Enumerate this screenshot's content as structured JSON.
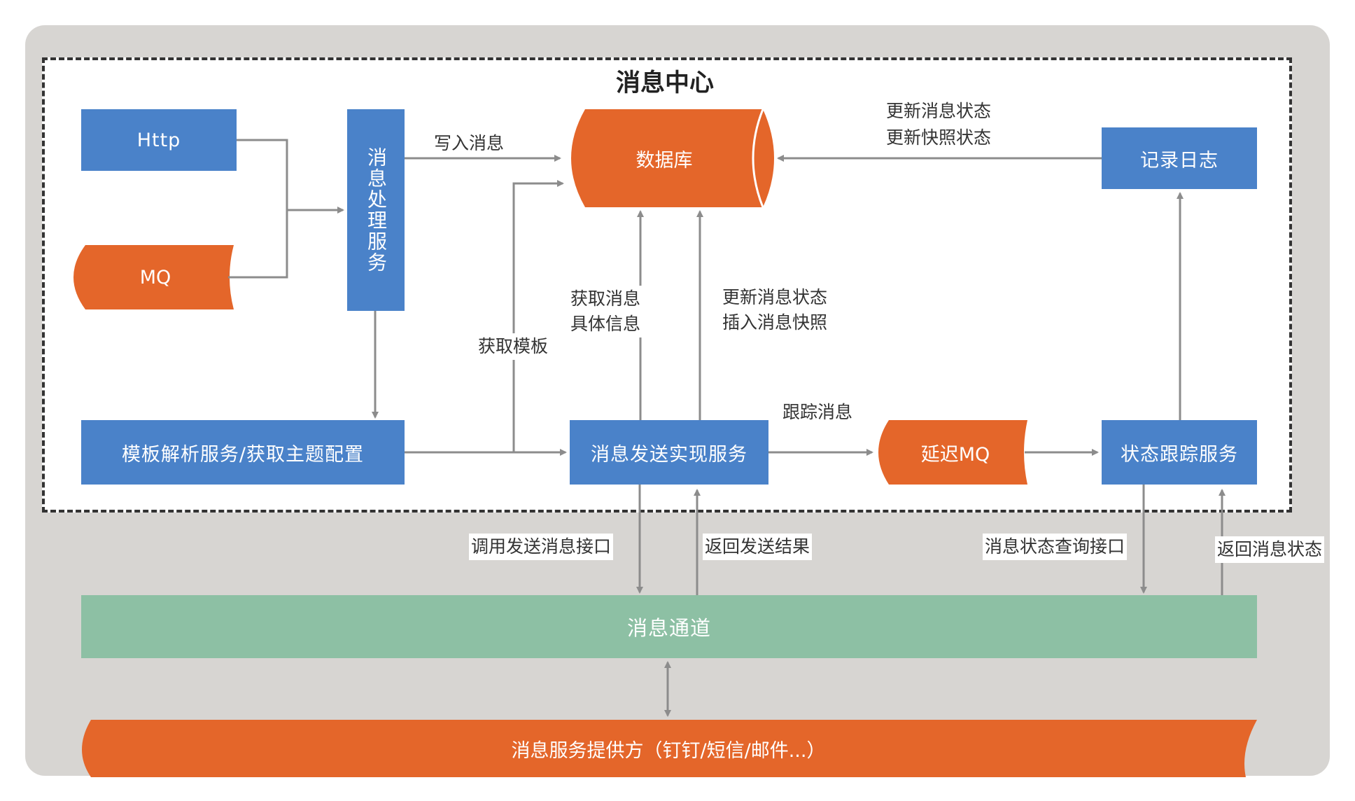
{
  "diagram": {
    "title": "消息中心",
    "nodes": {
      "http": "Http",
      "mq": "MQ",
      "processor": "消息处理服务",
      "database": "数据库",
      "log": "记录日志",
      "template_service": "模板解析服务/获取主题配置",
      "send_service": "消息发送实现服务",
      "delay_mq": "延迟MQ",
      "status_service": "状态跟踪服务",
      "channel": "消息通道",
      "provider": "消息服务提供方（钉钉/短信/邮件...）"
    },
    "edges": {
      "write_message": "写入消息",
      "update_message_status_1": "更新消息状态",
      "update_snapshot_status": "更新快照状态",
      "get_template": "获取模板",
      "get_message_1": "获取消息",
      "get_message_2": "具体信息",
      "update_message_status_2": "更新消息状态",
      "insert_snapshot": "插入消息快照",
      "track_message": "跟踪消息",
      "call_send_api": "调用发送消息接口",
      "return_send_result": "返回发送结果",
      "status_query_api": "消息状态查询接口",
      "return_message_status": "返回消息状态"
    },
    "colors": {
      "blue": "#4a82c9",
      "orange": "#e4662a",
      "green": "#8dc0a4",
      "arrow": "#8c8c8c"
    }
  }
}
